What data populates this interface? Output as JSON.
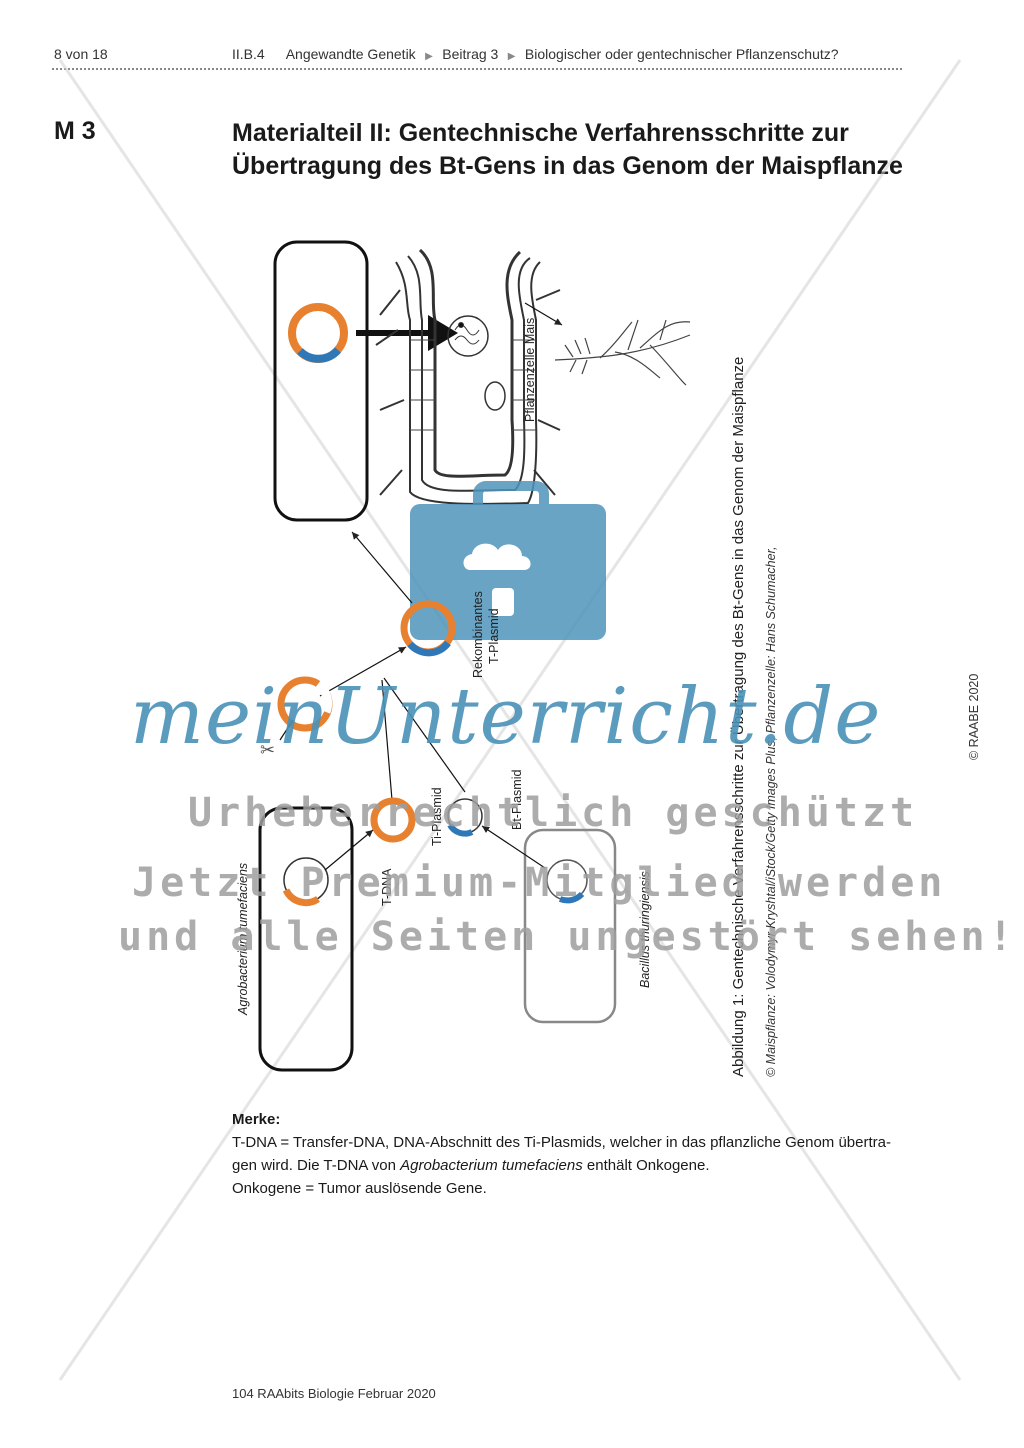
{
  "header": {
    "page": "8 von 18",
    "section": "II.B.4",
    "topic": "Angewandte Genetik",
    "article": "Beitrag 3",
    "subject": "Biologischer oder gentechnischer Pflanzenschutz?"
  },
  "material": {
    "label": "M 3",
    "title_line1": "Materialteil II: Gentechnische Verfahrensschritte zur",
    "title_line2": "Übertragung des Bt-Gens in das Genom der Maispflanze"
  },
  "figure": {
    "labels": {
      "agrobacterium": "Agrobacterium tumefaciens",
      "tdna": "T-DNA",
      "ti_plasmid": "Ti-Plasmid",
      "bt_plasmid": "Bt-Plasmid",
      "bacillus": "Bacillus thuringiensis",
      "recombinant_1": "Rekombinantes",
      "recombinant_2": "T-Plasmid",
      "plant_cell": "Pflanzenzelle Mais"
    },
    "caption": "Abbildung 1: Gentechnische Verfahrensschritte zur Übertragung des Bt-Gens in das Genom der Maispflanze",
    "credit": "© Maispflanze: Volodymyr Kryshtal/iStock/Getty Images Plus; Pflanzenzelle: Hans Schumacher,",
    "colors": {
      "orange": "#e8812f",
      "blue": "#2f78b8",
      "case": "#4f95bc"
    }
  },
  "copyright_side": "© RAABE 2020",
  "merke": {
    "heading": "Merke:",
    "line1": "T-DNA = Transfer-DNA, DNA-Abschnitt des Ti-Plasmids, welcher in das pflanzliche Genom übertra-",
    "line2_pre": "gen wird. Die T-DNA von ",
    "line2_italic": "Agrobacterium tumefaciens",
    "line2_post": " enthält Onkogene.",
    "line3": "Onkogene = Tumor auslösende Gene."
  },
  "watermark": {
    "brand": "meinUnterricht.de",
    "line1": "Urheberrechtlich geschützt",
    "line2": "Jetzt Premium-Mitglied werden",
    "line3": "und alle Seiten ungestört sehen!"
  },
  "footer": "104 RAAbits Biologie Februar 2020"
}
